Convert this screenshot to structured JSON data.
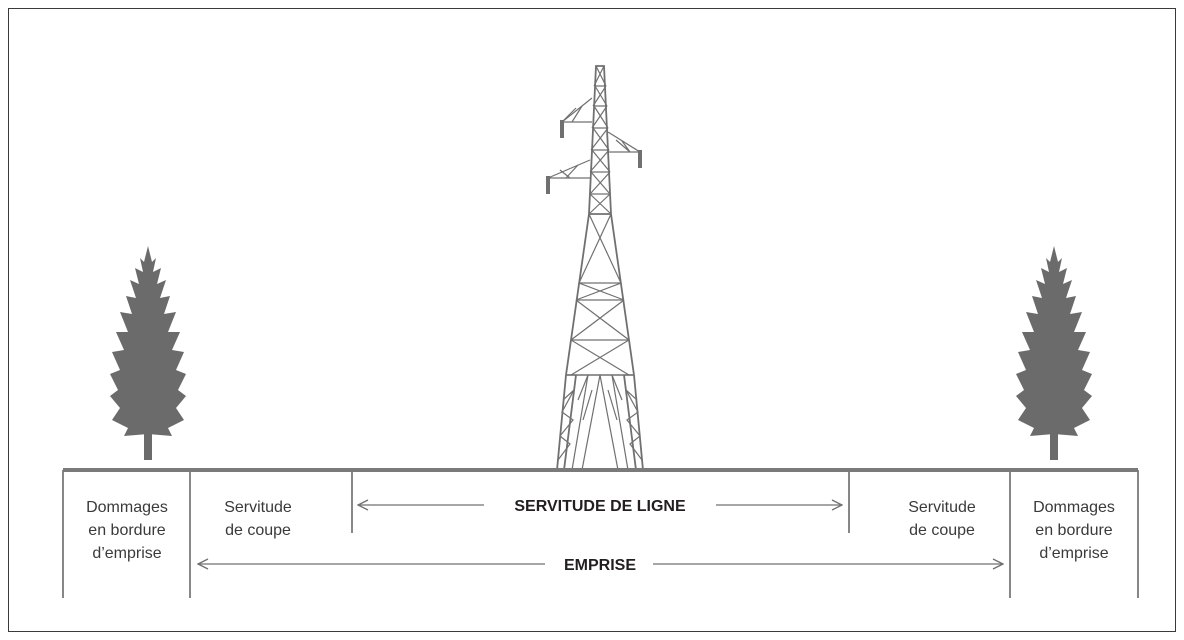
{
  "diagram": {
    "zones": {
      "left_damage": [
        "Dommages",
        "en bordure",
        "d’emprise"
      ],
      "left_cut": [
        "Servitude",
        "de coupe"
      ],
      "right_cut": [
        "Servitude",
        "de coupe"
      ],
      "right_damage": [
        "Dommages",
        "en bordure",
        "d’emprise"
      ]
    },
    "line_easement_label": "SERVITUDE DE LIGNE",
    "right_of_way_label": "EMPRISE"
  },
  "colors": {
    "ground": "#7a7a7a",
    "tree": "#6b6b6b",
    "tower": "#707070",
    "arrows": "#707070",
    "text": "#231f20"
  },
  "icons": [
    "tree-icon",
    "pylon-icon"
  ]
}
